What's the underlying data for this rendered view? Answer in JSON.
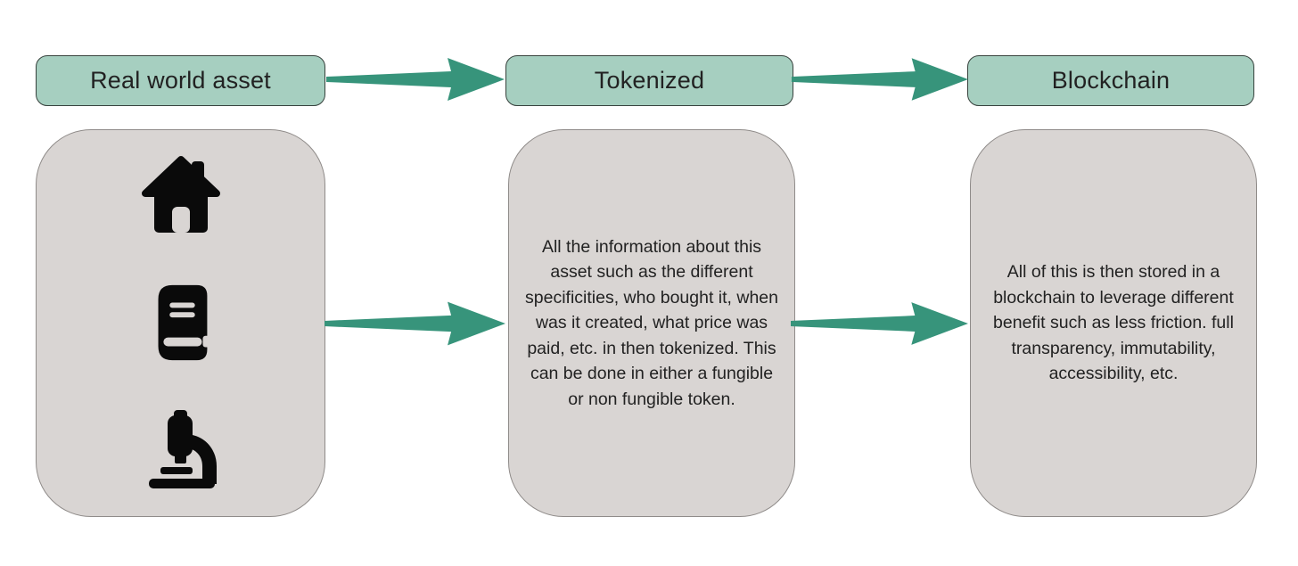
{
  "colors": {
    "background": "#ffffff",
    "header_fill": "#a6cfc0",
    "header_border": "#37423d",
    "card_fill": "#d9d5d3",
    "card_border": "#8f8b89",
    "arrow": "#37947b",
    "text_dark": "#222222",
    "icon": "#0a0a0a"
  },
  "steps": [
    {
      "header": "Real world asset",
      "icons": [
        "house-icon",
        "book-icon",
        "microscope-icon"
      ],
      "body": ""
    },
    {
      "header": "Tokenized",
      "icons": [],
      "body": "All the information about this asset such as the different specificities, who bought it, when was it created, what price was paid, etc. in then tokenized. This can be done in either a fungible or non fungible token."
    },
    {
      "header": "Blockchain",
      "icons": [],
      "body": "All of this is then stored in a blockchain to leverage different benefit such as less friction. full transparency, immutability, accessibility, etc."
    }
  ],
  "connections": [
    {
      "from": "Real world asset",
      "to": "Tokenized",
      "style": "arrow-right"
    },
    {
      "from": "Tokenized",
      "to": "Blockchain",
      "style": "arrow-right"
    }
  ]
}
